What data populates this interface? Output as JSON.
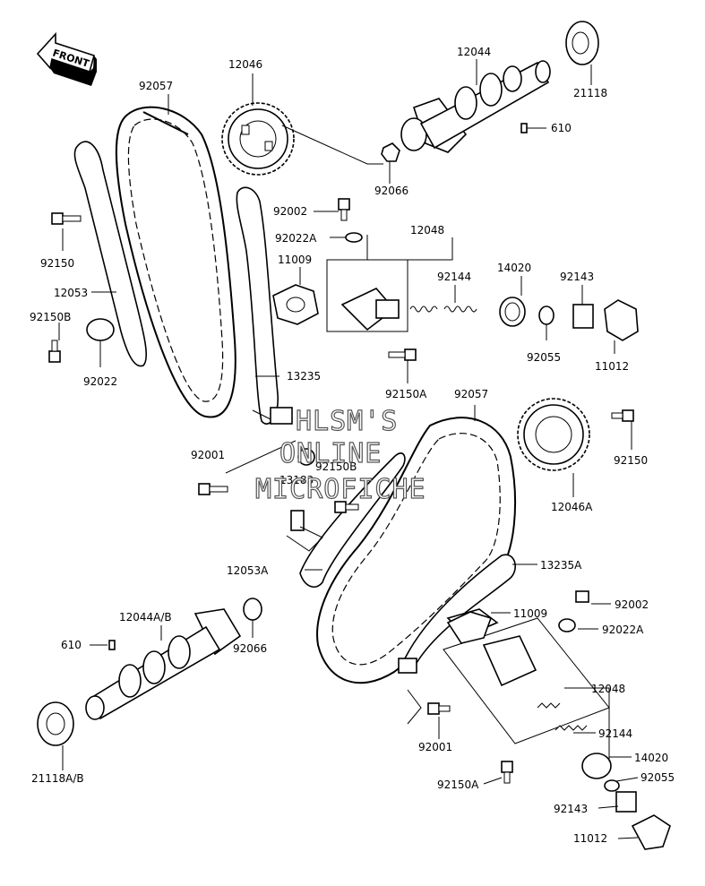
{
  "front_label": "FRONT",
  "watermark": [
    "HLSM'S",
    "ONLINE",
    "MICROFICHE"
  ],
  "labels": {
    "l12046": "12046",
    "l92057a": "92057",
    "l12044": "12044",
    "l21118": "21118",
    "l610a": "610",
    "l92066a": "92066",
    "l92002a": "92002",
    "l12048a": "12048",
    "l92022Aa": "92022A",
    "l11009a": "11009",
    "l92144a": "92144",
    "l14020a": "14020",
    "l92143a": "92143",
    "l92150a": "92150",
    "l12053": "12053",
    "l92150B": "92150B",
    "l92022": "92022",
    "l92055a": "92055",
    "l11012a": "11012",
    "l13235": "13235",
    "l92150Aa": "92150A",
    "l92057b": "92057",
    "l92001a": "92001",
    "l92150Bb": "92150B",
    "l13183": "13183",
    "l92150b": "92150",
    "l12046A": "12046A",
    "l12053A": "12053A",
    "l13235A": "13235A",
    "l92002b": "92002",
    "l11009b": "11009",
    "l92022Ab": "92022A",
    "l12044AB": "12044A/B",
    "l610b": "610",
    "l92066b": "92066",
    "l12048b": "12048",
    "l92144b": "92144",
    "l92001b": "92001",
    "l14020b": "14020",
    "l92150Ab": "92150A",
    "l92055b": "92055",
    "l21118AB": "21118A/B",
    "l92143b": "92143",
    "l11012b": "11012"
  }
}
